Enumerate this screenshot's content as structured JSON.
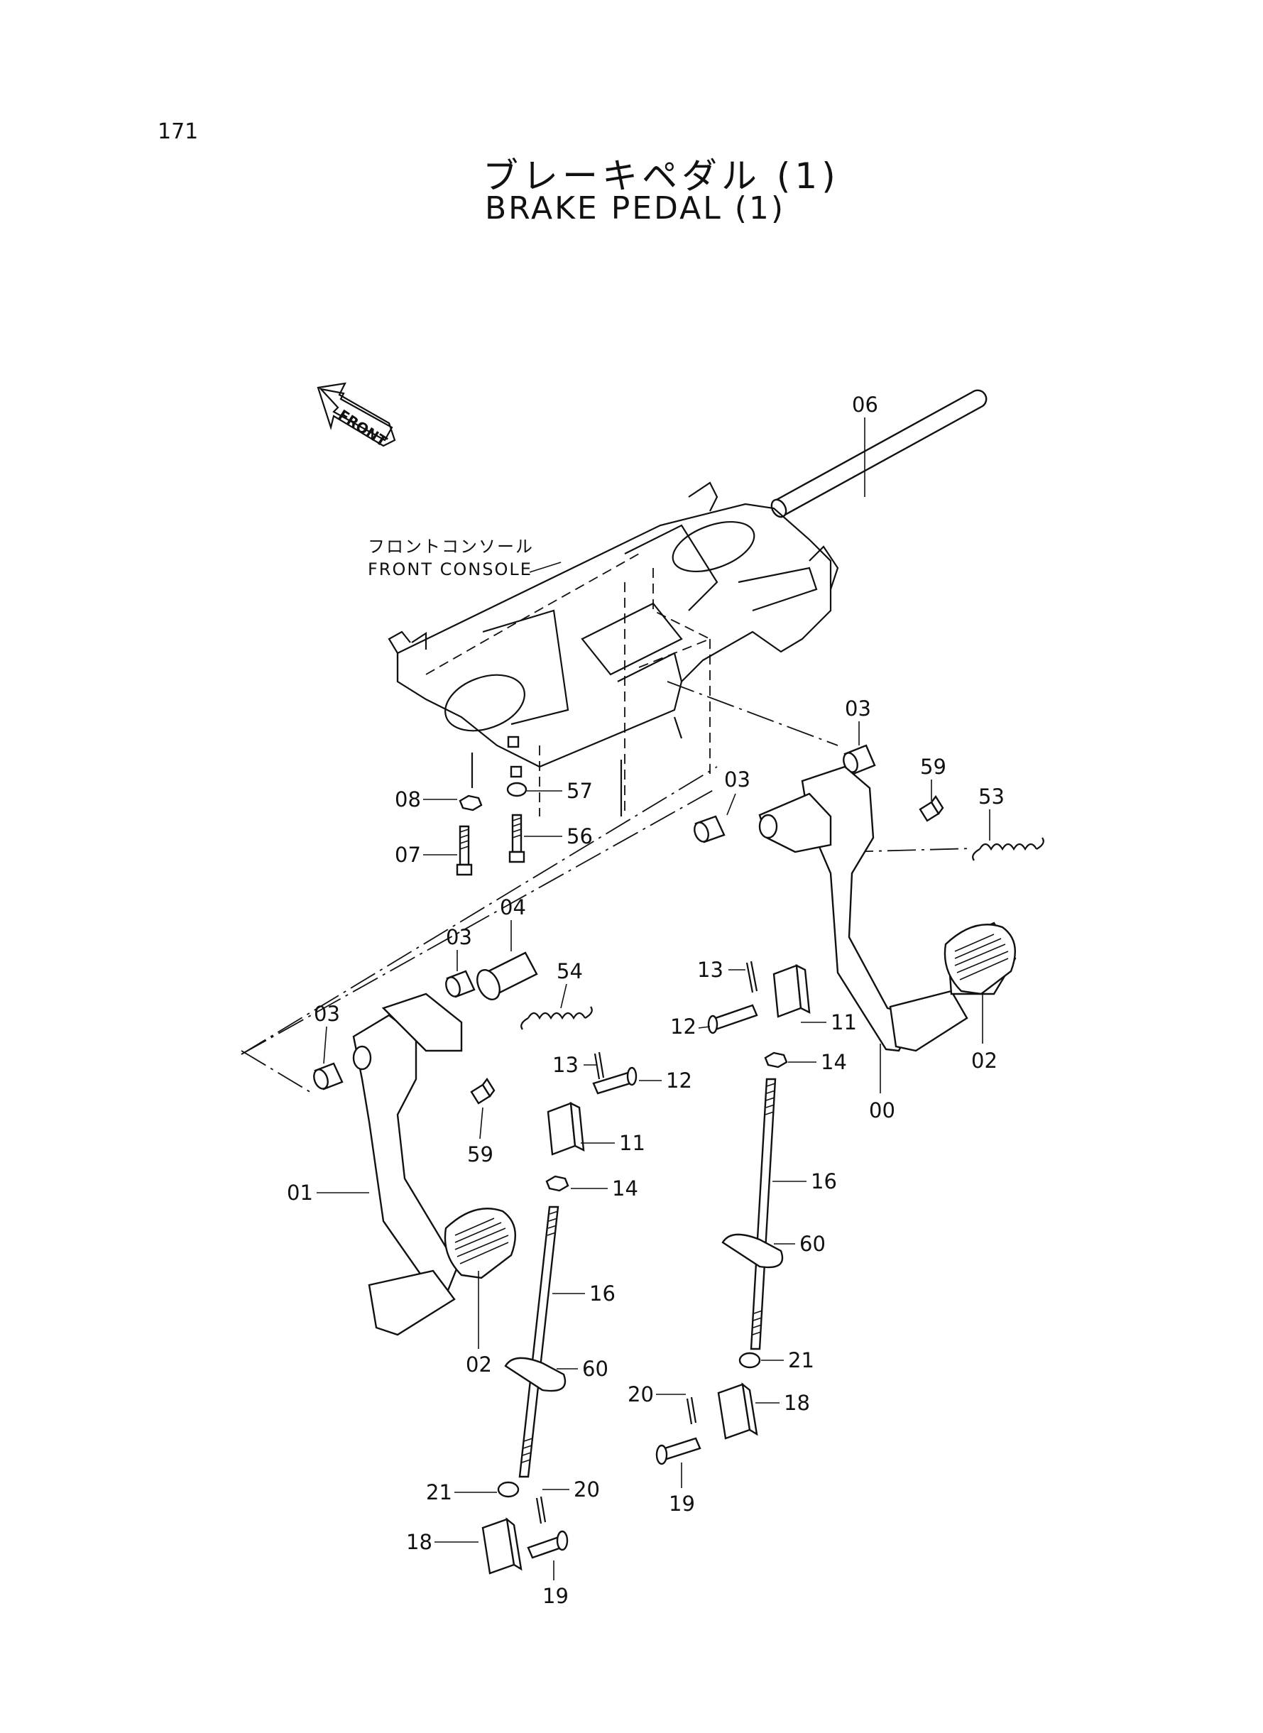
{
  "page_number": "171",
  "title_jp": "ブレーキペダル (1)",
  "title_en": "BRAKE PEDAL (1)",
  "front_arrow": "FRONT",
  "console_jp": "フロントコンソール",
  "console_en": "FRONT CONSOLE",
  "callouts": [
    "06",
    "03",
    "59",
    "53",
    "08",
    "57",
    "07",
    "56",
    "03",
    "04",
    "03",
    "54",
    "03",
    "13",
    "12",
    "11",
    "02",
    "14",
    "00",
    "13",
    "12",
    "11",
    "59",
    "01",
    "14",
    "16",
    "60",
    "02",
    "16",
    "60",
    "21",
    "20",
    "18",
    "21",
    "20",
    "18",
    "19",
    "19"
  ]
}
